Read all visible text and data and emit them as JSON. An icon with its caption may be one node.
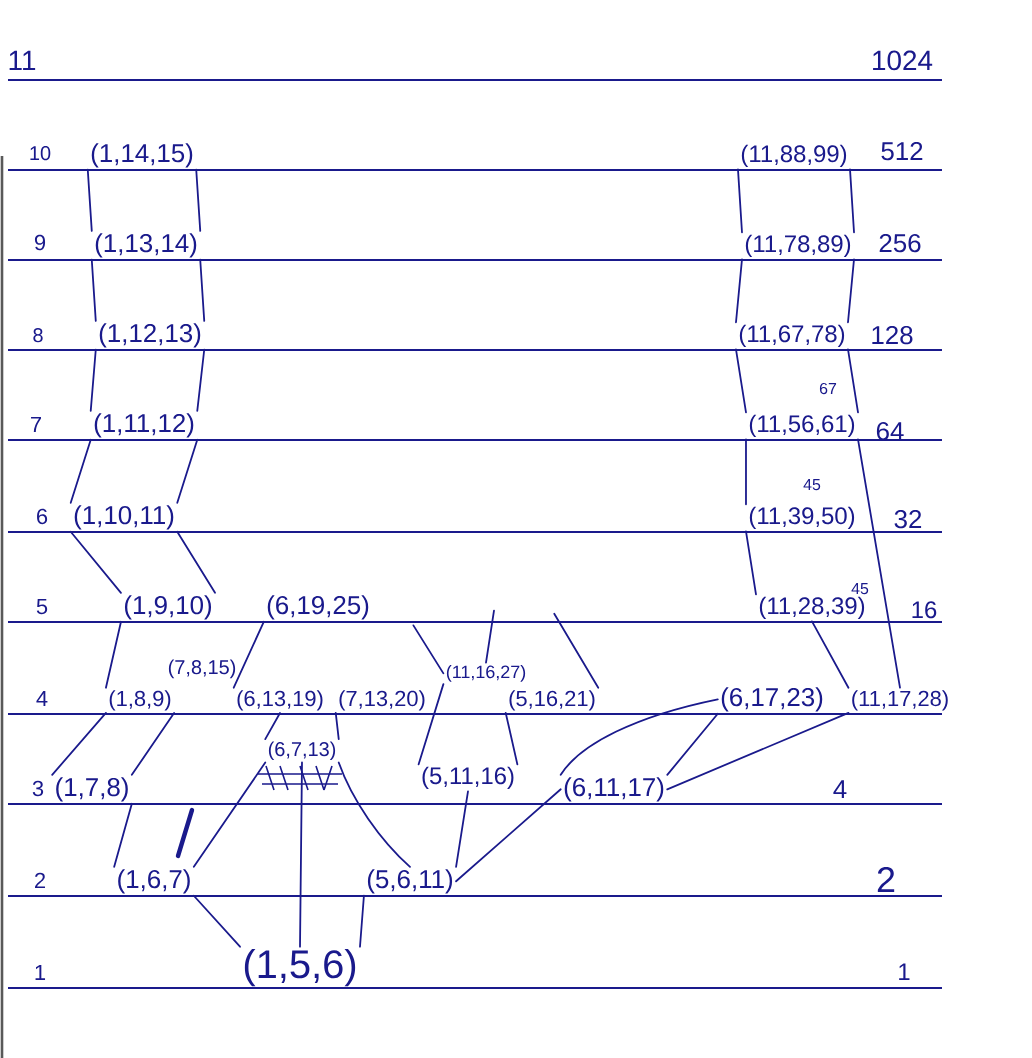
{
  "diagram": {
    "nodes": [
      {
        "text": [
          "(1,14,15)"
        ]
      },
      {
        "text": [
          "(11,88,99)"
        ]
      },
      {
        "text": [
          "(1,13,14)"
        ]
      },
      {
        "text": [
          "(11,78,89)"
        ]
      },
      {
        "text": [
          "(1,12,13)"
        ]
      },
      {
        "text": [
          "(11,67,78)"
        ]
      },
      {
        "text": [
          "(1,11,12)"
        ]
      },
      {
        "text": [
          "(11,56,61)"
        ]
      },
      {
        "text": [
          "(1,10,11)"
        ]
      },
      {
        "text": [
          "(11,39,50)"
        ]
      },
      {
        "text": [
          "(1,9,10)"
        ]
      },
      {
        "text": [
          "(6,19,25)"
        ]
      },
      {
        "text": [
          "(11,28,39)"
        ]
      },
      {
        "text": [
          "(11,16,27)"
        ]
      },
      {
        "text": [
          "(1,8,9)"
        ]
      },
      {
        "text": [
          "(6,13,19)"
        ]
      },
      {
        "text": [
          "(7,13,20)"
        ]
      },
      {
        "text": [
          "(5,16,21)"
        ]
      },
      {
        "text": [
          "(6,17,23)"
        ]
      },
      {
        "text": [
          "(11,17,28)"
        ]
      },
      {
        "text": [
          "(6,7,13)"
        ]
      },
      {
        "text": [
          "(1,7,8)"
        ]
      },
      {
        "text": [
          "(5,11,16)"
        ]
      },
      {
        "text": [
          "(6,11,17)"
        ]
      },
      {
        "text": [
          "(1,6,7)"
        ]
      },
      {
        "text": [
          "(5,6,11)"
        ]
      },
      {
        "text": [
          "(1,5,6)"
        ]
      }
    ],
    "edges": [
      {
        "from": 0,
        "to": 2,
        "arrow": "none"
      },
      {
        "from": 0,
        "to": 2,
        "arrow": "none"
      },
      {
        "from": 2,
        "to": 4,
        "arrow": "none"
      },
      {
        "from": 2,
        "to": 4,
        "arrow": "none"
      },
      {
        "from": 4,
        "to": 6,
        "arrow": "none"
      },
      {
        "from": 4,
        "to": 6,
        "arrow": "none"
      },
      {
        "from": 6,
        "to": 8,
        "arrow": "none"
      },
      {
        "from": 6,
        "to": 8,
        "arrow": "none"
      },
      {
        "from": 8,
        "to": 10,
        "arrow": "none"
      },
      {
        "from": 8,
        "to": 10,
        "arrow": "none"
      },
      {
        "from": 10,
        "to": 14,
        "arrow": "none"
      },
      {
        "from": 14,
        "to": 21,
        "arrow": "none"
      },
      {
        "from": 14,
        "to": 21,
        "arrow": "none"
      },
      {
        "from": 21,
        "to": 24,
        "arrow": "none"
      },
      {
        "from": 26,
        "to": 24,
        "arrow": "none"
      },
      {
        "from": 26,
        "to": 20,
        "arrow": "none"
      },
      {
        "from": 26,
        "to": 25,
        "arrow": "none"
      },
      {
        "from": 20,
        "to": 24,
        "arrow": "none"
      },
      {
        "from": 20,
        "to": 25,
        "arrow": "none"
      },
      {
        "from": 20,
        "to": 15,
        "arrow": "none"
      },
      {
        "from": 20,
        "to": 16,
        "arrow": "none"
      },
      {
        "from": 15,
        "to": 11,
        "arrow": "none"
      },
      {
        "from": 25,
        "to": 22,
        "arrow": "none"
      },
      {
        "from": 25,
        "to": 23,
        "arrow": "none"
      },
      {
        "from": 22,
        "to": 13,
        "arrow": "none"
      },
      {
        "from": 22,
        "to": 17,
        "arrow": "none"
      },
      {
        "from": 23,
        "to": 18,
        "arrow": "none"
      },
      {
        "from": 23,
        "to": 18,
        "arrow": "none"
      },
      {
        "from": 23,
        "to": 19,
        "arrow": "none"
      },
      {
        "from": 19,
        "to": 12,
        "arrow": "none"
      },
      {
        "from": 19,
        "to": 7,
        "arrow": "none"
      },
      {
        "from": 12,
        "to": 9,
        "arrow": "none"
      },
      {
        "from": 9,
        "to": 7,
        "arrow": "none"
      },
      {
        "from": 7,
        "to": 5,
        "arrow": "none"
      },
      {
        "from": 7,
        "to": 5,
        "arrow": "none"
      },
      {
        "from": 5,
        "to": 3,
        "arrow": "none"
      },
      {
        "from": 5,
        "to": 3,
        "arrow": "none"
      },
      {
        "from": 3,
        "to": 1,
        "arrow": "none"
      },
      {
        "from": 3,
        "to": 1,
        "arrow": "none"
      },
      {
        "from": 13,
        "to": null,
        "arrow": "none"
      },
      {
        "from": 13,
        "to": null,
        "arrow": "none"
      },
      {
        "from": 17,
        "to": null,
        "arrow": "none"
      }
    ],
    "labels": [
      "11",
      "1024",
      "10",
      "512",
      "9",
      "256",
      "8",
      "128",
      "67",
      "7",
      "64",
      "45",
      "6",
      "32",
      "45",
      "5",
      "16",
      "(7,8,15)",
      "4",
      "3",
      "4",
      "2",
      "2",
      "1",
      "1"
    ]
  }
}
